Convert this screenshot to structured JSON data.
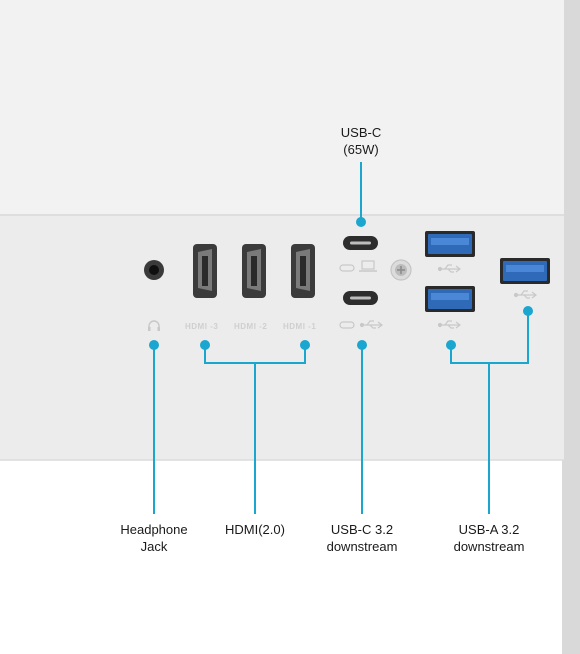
{
  "labels": {
    "usbc_power": "USB-C\n(65W)",
    "headphone": "Headphone\nJack",
    "hdmi": "HDMI(2.0)",
    "usbc_down": "USB-C 3.2\ndownstream",
    "usba_down": "USB-A 3.2\ndownstream"
  },
  "port_marks": {
    "hdmi3": "HDMI -3",
    "hdmi2": "HDMI -2",
    "hdmi1": "HDMI -1"
  },
  "colors": {
    "callout": "#1aa6cf",
    "usb_blue": "#2f6ab8",
    "panel": "#ececec",
    "bezel": "#f2f2f2"
  },
  "icons": [
    "headphone-icon",
    "usb-icon",
    "laptop-icon",
    "screw-icon"
  ]
}
